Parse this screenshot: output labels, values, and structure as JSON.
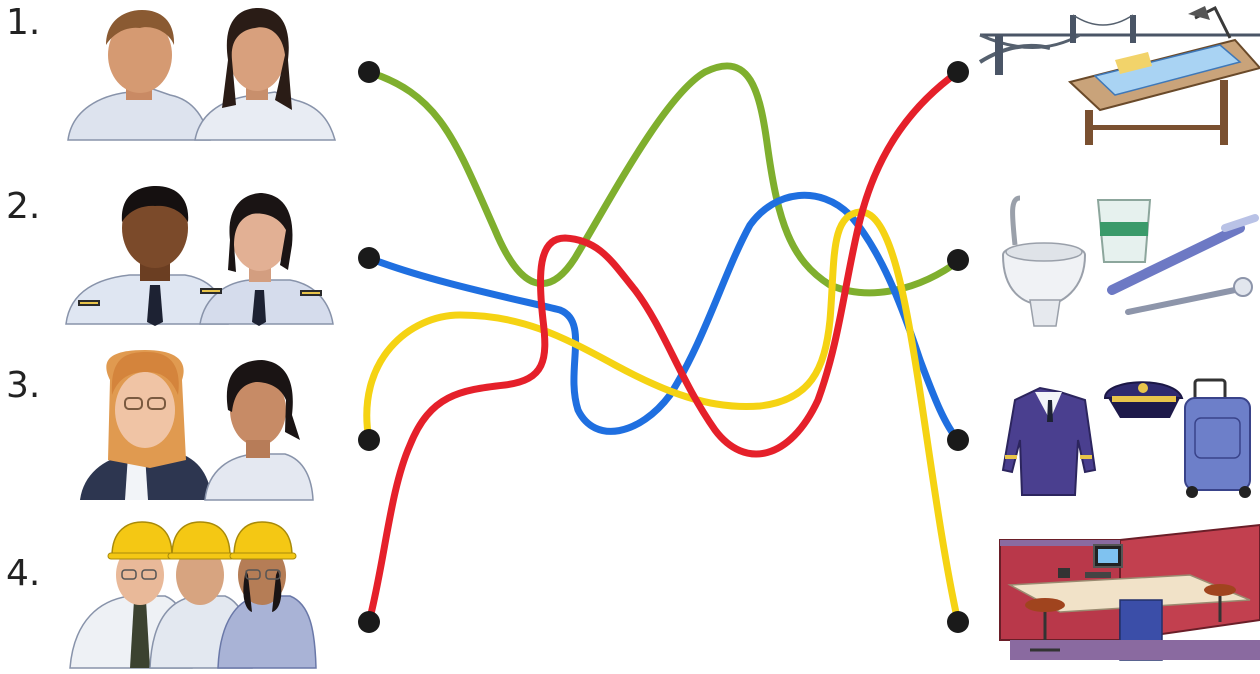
{
  "rows": [
    {
      "number": "1."
    },
    {
      "number": "2."
    },
    {
      "number": "3."
    },
    {
      "number": "4."
    }
  ],
  "colors": {
    "green": "#7faf2e",
    "blue": "#1f6fe0",
    "red": "#e5202a",
    "yellow": "#f5d313",
    "dot": "#1a1a1a"
  },
  "left_pictures": [
    "people-in-white-uniforms",
    "pilots",
    "office-workers",
    "construction-engineers"
  ],
  "right_pictures": [
    "bridge-and-drafting-table",
    "dental-tools",
    "pilot-uniform-cap-suitcase",
    "office-cubicle"
  ]
}
